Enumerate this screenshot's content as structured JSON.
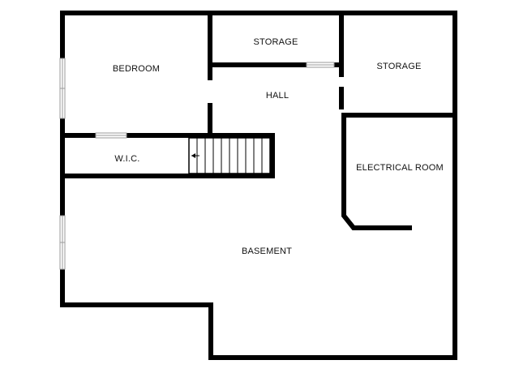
{
  "rooms": {
    "bedroom": "BEDROOM",
    "storage_top": "STORAGE",
    "storage_right": "STORAGE",
    "hall": "HALL",
    "wic": "W.I.C.",
    "electrical": "ELECTRICAL ROOM",
    "basement": "BASEMENT"
  },
  "colors": {
    "wall": "#000000",
    "window": "#9a9a9a",
    "background": "#ffffff"
  }
}
